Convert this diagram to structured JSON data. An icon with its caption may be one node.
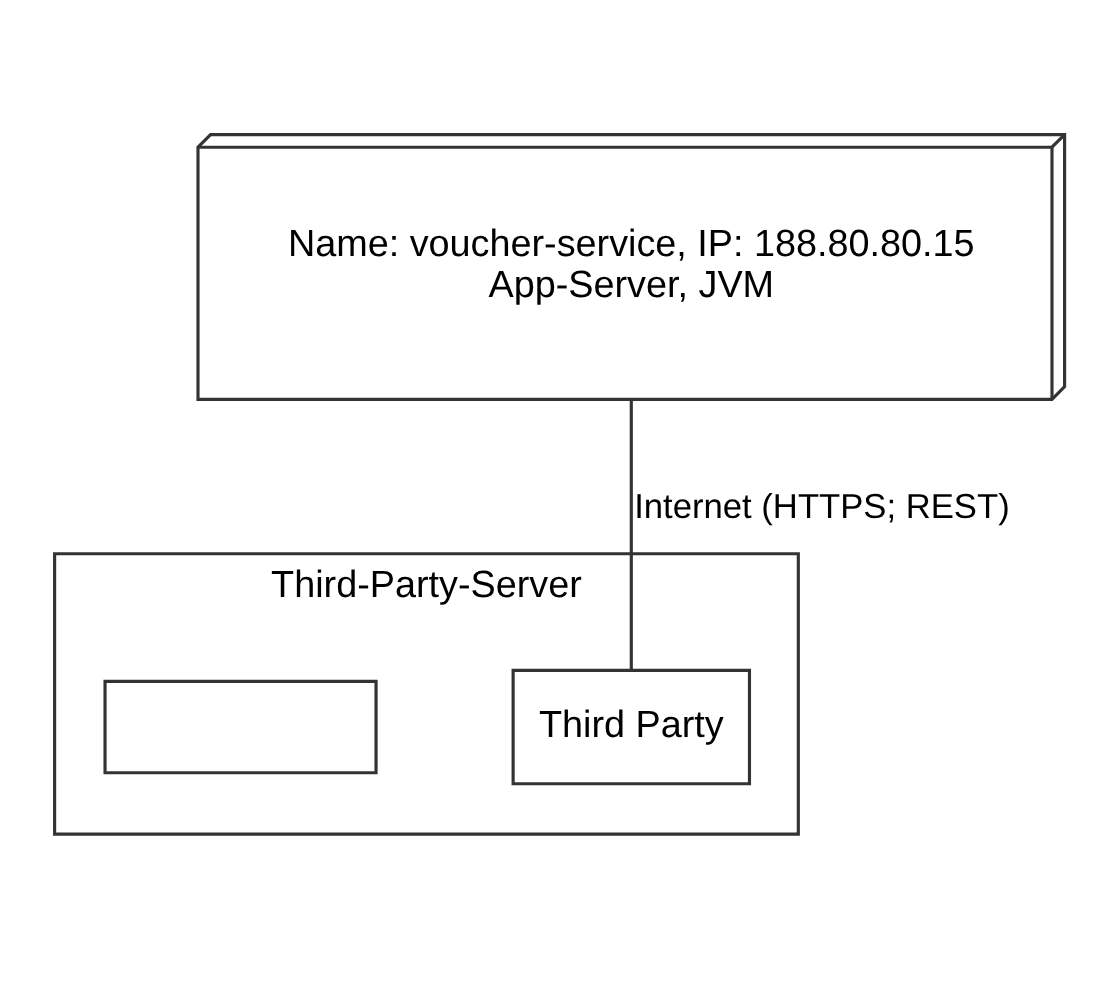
{
  "diagram": {
    "nodes": [
      {
        "text": [
          "Name: voucher-service, IP: 188.80.80.15",
          "App-Server, JVM"
        ]
      },
      {
        "text": [
          "Third-Party-Server"
        ]
      },
      {
        "text": [
          "Third Party"
        ],
        "in": 1
      },
      {
        "text": [],
        "shape": "box",
        "in": 1
      }
    ],
    "edges": [
      {
        "from": 0,
        "to": 2,
        "arrow": "none",
        "label": "Internet (HTTPS; REST)"
      }
    ]
  }
}
